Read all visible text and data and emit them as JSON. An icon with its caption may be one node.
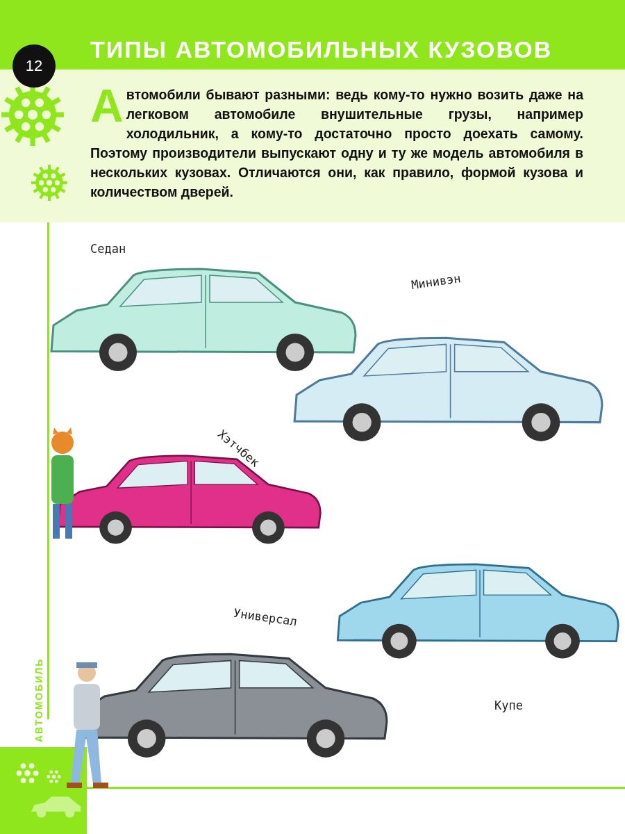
{
  "diagram": {
    "title": "ТИПЫ АВТОМОБИЛЬНЫХ КУЗОВОВ",
    "labels": [
      "12",
      "Автомобили бывают разными: ведь кому-то нужно возить даже на легковом автомобиле внушительные грузы, например холодильник, а кому-то достаточно просто доехать самому. Поэтому производители выпускают одну и ту же модель автомобиля в нескольких кузовах. Отличаются они, как правило, формой кузова и количеством дверей.",
      "Седан",
      "Минивэн",
      "Хэтчбек",
      "Универсал",
      "Купе",
      "АВТОМОБИЛЬ"
    ]
  }
}
